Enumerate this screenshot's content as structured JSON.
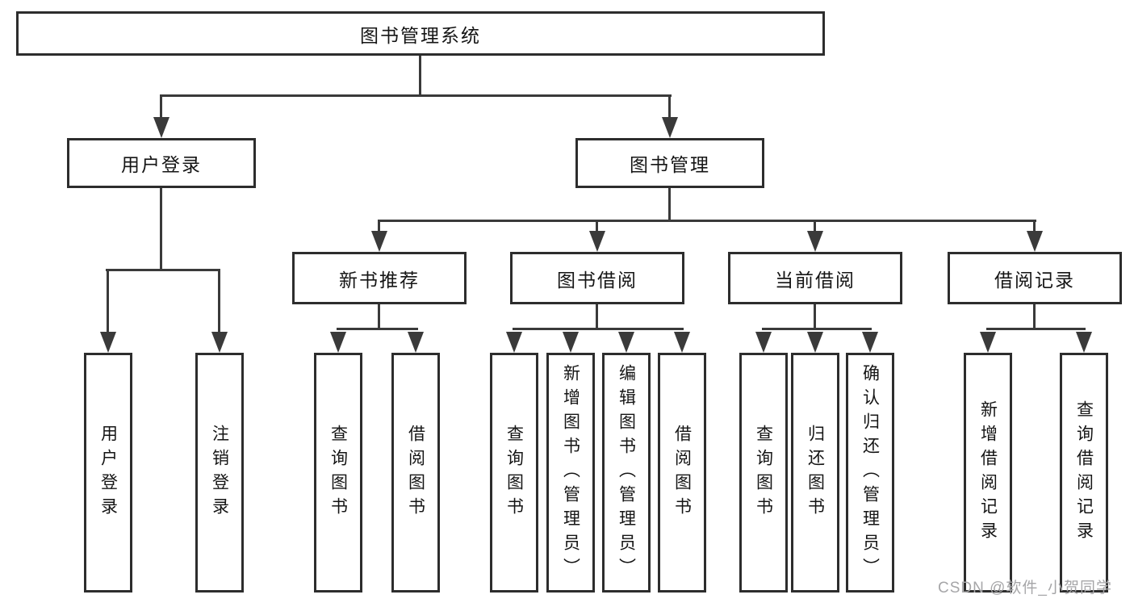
{
  "diagram": {
    "root": {
      "label": "图书管理系统"
    },
    "level2": {
      "user_login": {
        "label": "用户登录"
      },
      "book_management": {
        "label": "图书管理"
      }
    },
    "level3": {
      "new_book_recommend": {
        "label": "新书推荐"
      },
      "book_borrowing": {
        "label": "图书借阅"
      },
      "current_borrowing": {
        "label": "当前借阅"
      },
      "borrowing_records": {
        "label": "借阅记录"
      }
    },
    "leaves": {
      "user_login_login": {
        "label": "用户登录"
      },
      "user_login_logout": {
        "label": "注销登录"
      },
      "recommend_query_books": {
        "label": "查询图书"
      },
      "recommend_borrow_books": {
        "label": "借阅图书"
      },
      "borrowing_query_books": {
        "label": "查询图书"
      },
      "borrowing_add_books": {
        "label": "新增图书（管理员）"
      },
      "borrowing_edit_books": {
        "label": "编辑图书（管理员）"
      },
      "borrowing_borrow_books": {
        "label": "借阅图书"
      },
      "current_query_books": {
        "label": "查询图书"
      },
      "current_return_books": {
        "label": "归还图书"
      },
      "current_confirm_return": {
        "label": "确认归还（管理员）"
      },
      "records_add_record": {
        "label": "新增借阅记录"
      },
      "records_query_record": {
        "label": "查询借阅记录"
      }
    }
  },
  "watermark": {
    "text": "CSDN @软件_小贺同学"
  },
  "colors": {
    "line": "#3a3a3a",
    "box_border": "#2d2d2d",
    "text": "#151515",
    "watermark": "#a6a6a8",
    "background": "#ffffff"
  }
}
